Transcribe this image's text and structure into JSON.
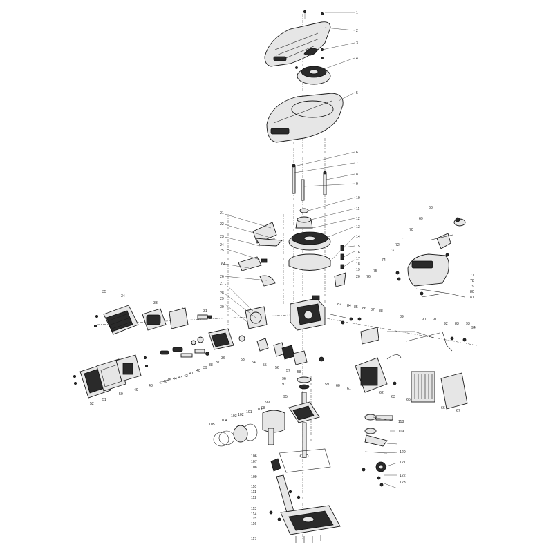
{
  "callouts": [
    "1",
    "2",
    "3",
    "4",
    "5",
    "6",
    "7",
    "8",
    "9",
    "10",
    "11",
    "12",
    "13",
    "14",
    "15",
    "16",
    "17",
    "18",
    "19",
    "20",
    "21",
    "22",
    "23",
    "24",
    "25",
    "26",
    "27",
    "28",
    "29",
    "30",
    "31",
    "32",
    "33",
    "34",
    "35",
    "36",
    "37",
    "38",
    "39",
    "40",
    "41",
    "42",
    "43",
    "44",
    "45",
    "46",
    "47",
    "48",
    "49",
    "50",
    "51",
    "52",
    "53",
    "54",
    "55",
    "56",
    "57",
    "58",
    "59",
    "60",
    "61",
    "62",
    "63",
    "64",
    "65",
    "66",
    "67",
    "68",
    "69",
    "70",
    "71",
    "72",
    "73",
    "74",
    "75",
    "76",
    "77",
    "78",
    "79",
    "80",
    "81",
    "82",
    "83",
    "84",
    "85",
    "86",
    "87",
    "88",
    "89",
    "90",
    "91",
    "92",
    "93",
    "94",
    "95",
    "96",
    "97",
    "98",
    "99",
    "100",
    "101",
    "102",
    "103",
    "104",
    "105",
    "106",
    "107",
    "108",
    "109",
    "110",
    "111",
    "112",
    "113",
    "114",
    "115",
    "116",
    "117",
    "118",
    "119",
    "120",
    "121",
    "122",
    "123"
  ]
}
